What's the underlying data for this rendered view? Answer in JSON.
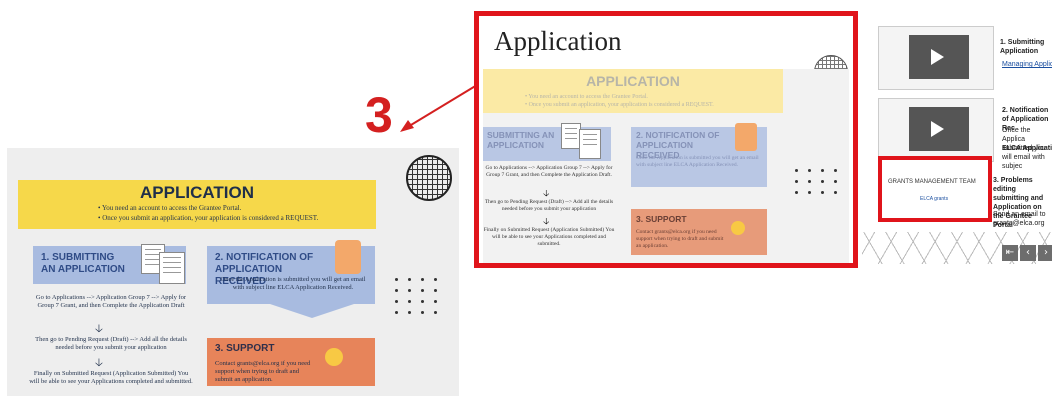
{
  "annotation": {
    "step_number": "3",
    "color": "#d42020"
  },
  "left_slide": {
    "banner_title": "APPLICATION",
    "banner_lines": [
      "•  You need an account to access the Grantee Portal.",
      "•  Once you submit an application, your application is considered a REQUEST."
    ],
    "card1_title": "1. SUBMITTING AN APPLICATION",
    "card2_title": "2. NOTIFICATION OF APPLICATION RECEIVED",
    "card2_body": "Once the Application is submitted you will get an email with subject line ELCA Application Received.",
    "card3_title": "3. SUPPORT",
    "card3_body": "Contact grants@elca.org if you need support when trying to draft and submit an application.",
    "steps": [
      "Go to Applications --> Application Group 7 --> Apply for Group 7 Grant, and then Complete the Application Draft",
      "Then go to Pending Request (Draft) --> Add all the details needed before you submit your application",
      "Finally on Submitted Request (Application Submitted) You will be able to see your Applications completed and submitted."
    ]
  },
  "highlighted_slide": {
    "title": "Application",
    "banner_title": "APPLICATION",
    "banner_lines": [
      "•  You need an account to access the Grantee Portal.",
      "•  Once you submit an application, your application is considered a REQUEST."
    ],
    "card1_title": "SUBMITTING AN APPLICATION",
    "card2_title": "2. NOTIFICATION OF APPLICATION RECEIVED",
    "card2_body": "Once the Application is submitted you will get an email with subject line ELCA Application Received.",
    "card3_title": "3. SUPPORT",
    "card3_body": "Contact grants@elca.org if you need support when trying to draft and submit an application.",
    "steps": [
      "Go to Applications --> Application Group 7 --> Apply for Group 7 Grant, and then Complete the Application Draft.",
      "Then go to Pending Request (Draft) --> Add all the details needed before you submit your application",
      "Finally on Submitted Request (Application Submitted) You will be able to see your Applications completed and submitted."
    ],
    "border_color": "#e0141b"
  },
  "right_strip": {
    "item1_title": "1. Submitting Application",
    "item1_link": "Managing Applic",
    "item2_title": "2. Notification of Application Rec",
    "item2_body": "Once the Applica submitted you will email with subjec",
    "item2_bold": "ELCA Applicatio",
    "item3_title": "3. Problems editing submitting and Application on the Grantee Portal",
    "item3_body": "Send an email to grants@elca.org",
    "gm_title": "GRANTS MANAGEMENT TEAM",
    "gm_sub": "ELCA grants",
    "nav": {
      "first": "⇤",
      "prev": "‹",
      "next": "›"
    }
  }
}
